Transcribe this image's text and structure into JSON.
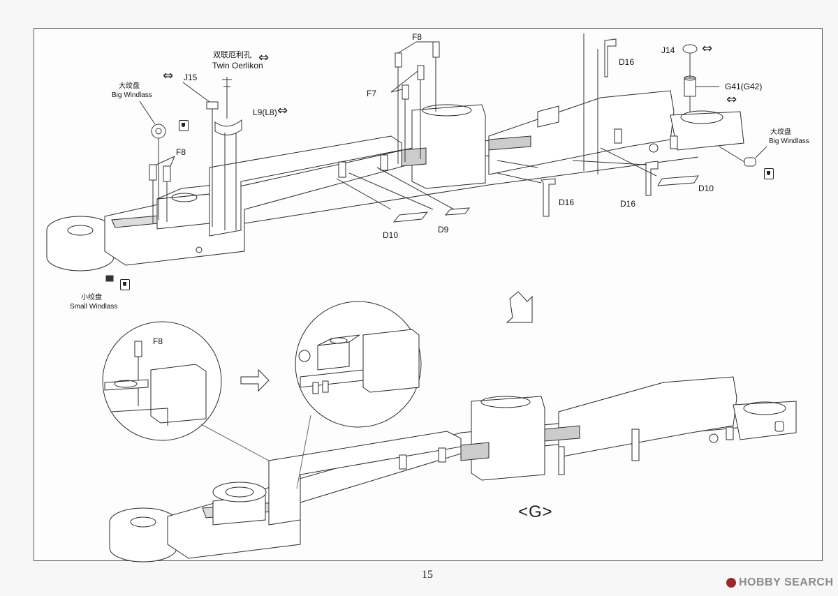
{
  "page": {
    "number": "15",
    "step": "<G>"
  },
  "watermark": {
    "text": "HOBBY SEARCH"
  },
  "labels": {
    "twin_oerlikon_cn": "双联厄利孔",
    "twin_oerlikon_en": "Twin Oerlikon",
    "j15": "J15",
    "l9_l8": "L9(L8)",
    "big_windlass_left_cn": "大绞盘",
    "big_windlass_left_en": "Big Windlass",
    "f8_left": "F8",
    "f8_top": "F8",
    "f7": "F7",
    "d16_top": "D16",
    "j14": "J14",
    "g41_g42": "G41(G42)",
    "big_windlass_right_cn": "大绞盘",
    "big_windlass_right_en": "Big Windlass",
    "d10_right": "D10",
    "d16_mid": "D16",
    "d16_right": "D16",
    "d10_left": "D10",
    "d9": "D9",
    "small_windlass_cn": "小绞盘",
    "small_windlass_en": "Small Windlass",
    "f8_inset": "F8"
  },
  "icons": {
    "flip_arrow": "left-right-arrow-icon",
    "glue": "glue-bottle-icon",
    "direction_arrow": "right-arrow-icon"
  }
}
